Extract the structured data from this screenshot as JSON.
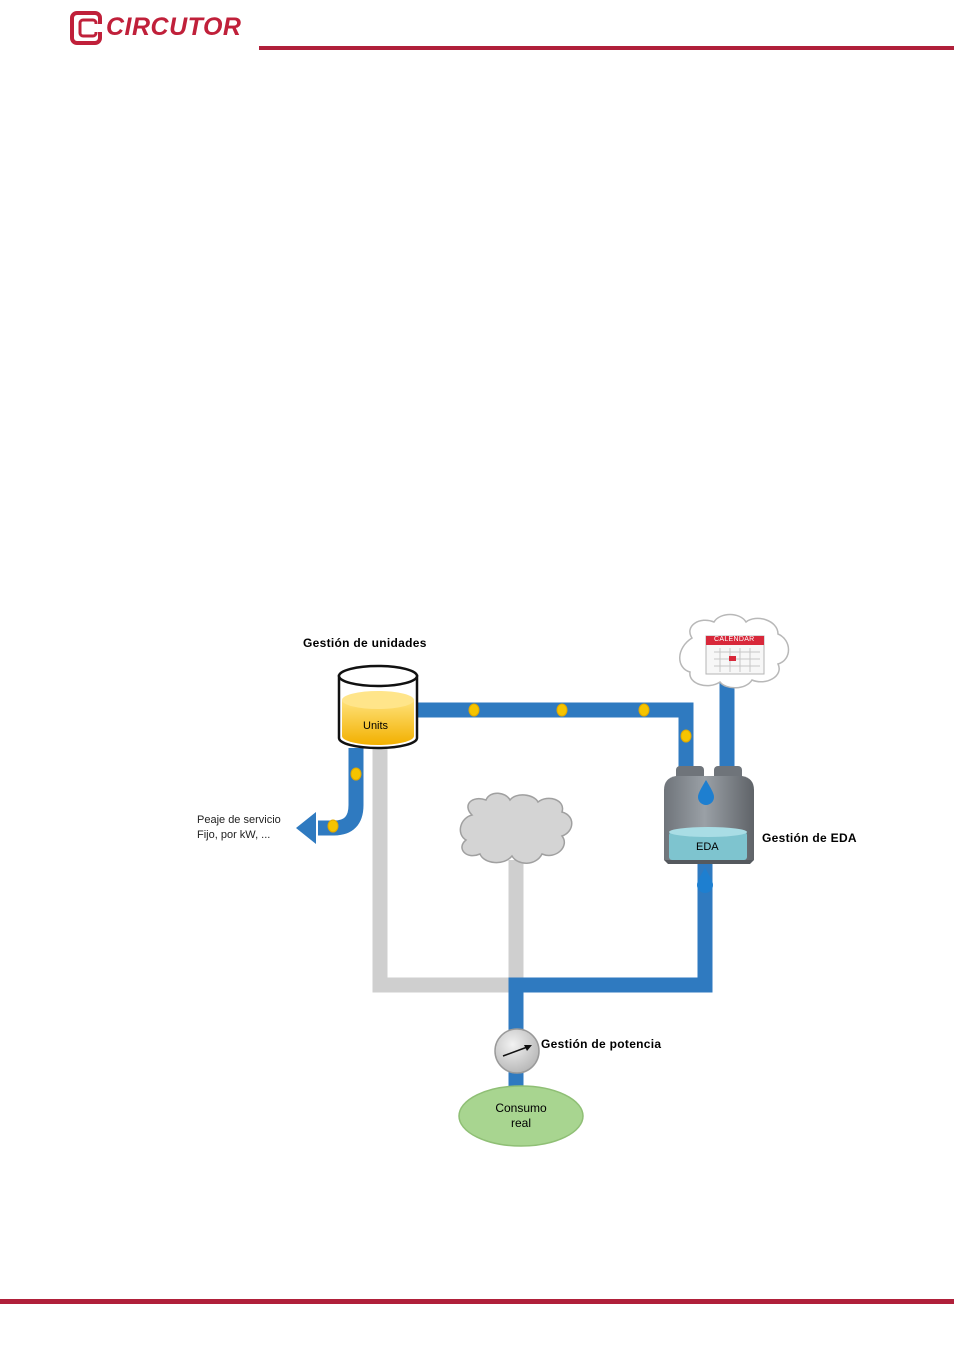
{
  "header": {
    "brand": "CIRCUTOR",
    "brand_color": "#c0203a"
  },
  "diagram": {
    "colors": {
      "pipe_blue": "#2f7ac0",
      "pipe_grey": "#cfcfcf",
      "token_yellow": "#f5c400",
      "units_fill": "#f6b800",
      "eda_fill": "#7ec4cf",
      "consumo_fill": "#a8d590"
    },
    "labels": {
      "units_title": "Gestión de unidades",
      "units_tank": "Units",
      "eda_title": "Gestión de EDA",
      "eda_tank": "EDA",
      "calendar": "CALENDAR",
      "potencia_title": "Gestión de potencia",
      "consumo_line1": "Consumo",
      "consumo_line2": "real",
      "peaje_line1": "Peaje de servicio",
      "peaje_line2": "Fijo, por kW, ..."
    },
    "icons": [
      "units-tank-icon",
      "eda-tank-icon",
      "calendar-icon",
      "cloud-icon",
      "gauge-icon",
      "water-drop-icon",
      "arrow-left-icon"
    ]
  }
}
